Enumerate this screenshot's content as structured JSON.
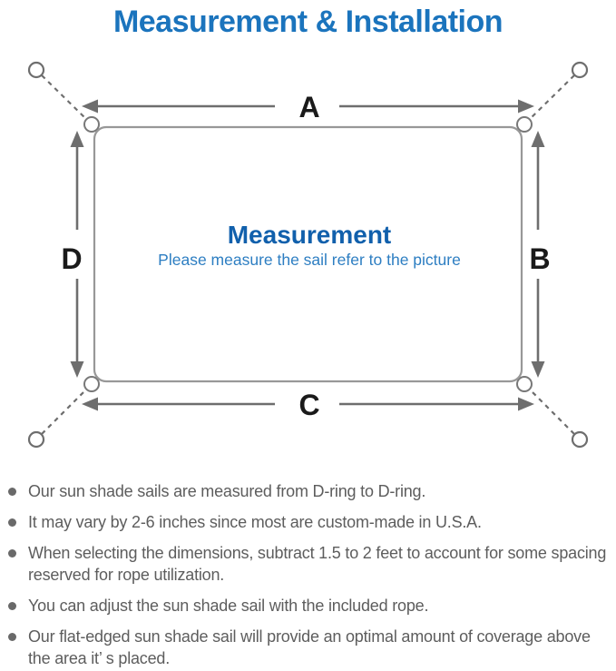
{
  "title": "Measurement & Installation",
  "diagram": {
    "center_heading": "Measurement",
    "center_subheading": "Please measure the sail refer to the picture",
    "labels": {
      "top": "A",
      "right": "B",
      "bottom": "C",
      "left": "D"
    },
    "icons": {
      "anchor_point": "anchor-ring-icon",
      "corner_hardware": "d-ring-icon",
      "tether": "dashed-tether-line",
      "dimension": "double-headed-arrow"
    }
  },
  "colors": {
    "title_blue": "#1b74bd",
    "center_heading_blue": "#1160ac",
    "center_subheading_blue": "#2d7ec2",
    "line_gray": "#6e6e6e",
    "outline_gray": "#989898",
    "label_black": "#1a1a1a",
    "body_text_gray": "#5d5d5d",
    "background": "#ffffff"
  },
  "bullets": [
    "Our sun shade sails are measured from D-ring to D-ring.",
    "It may vary by 2-6 inches since most are custom-made in U.S.A.",
    "When selecting the dimensions, subtract 1.5 to 2 feet to account for some spacing reserved for rope utilization.",
    "You can adjust the sun shade sail with the included rope.",
    "Our flat-edged sun shade sail will provide an optimal amount of coverage above the area it’ s placed."
  ]
}
